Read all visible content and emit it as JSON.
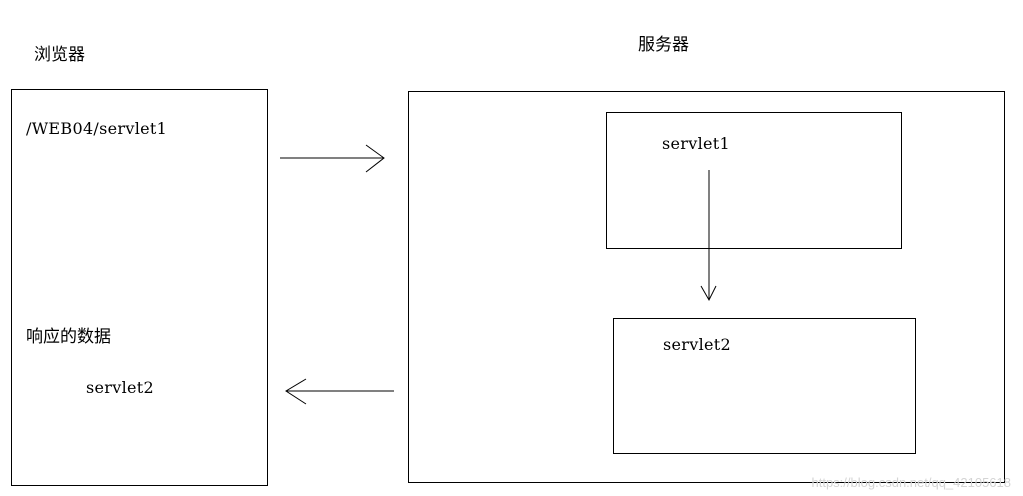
{
  "browser": {
    "title": "浏览器",
    "request_path": "/WEB04/servlet1",
    "response_label": "响应的数据",
    "response_value": "servlet2"
  },
  "server": {
    "title": "服务器",
    "servlet1_label": "servlet1",
    "servlet2_label": "servlet2"
  },
  "watermark": "https://blog.csdn.net/qq_42105618"
}
